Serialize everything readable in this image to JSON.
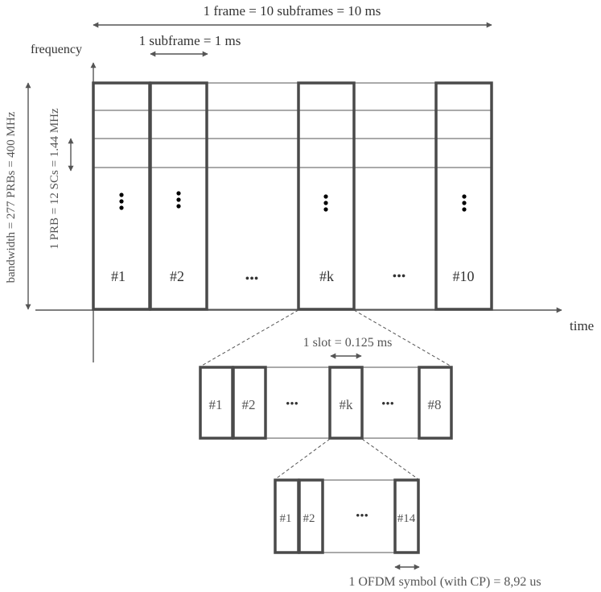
{
  "labels": {
    "frame": "1 frame = 10 subframes = 10 ms",
    "subframe": "1 subframe = 1 ms",
    "frequency": "frequency",
    "time": "time",
    "bandwidth": "bandwidth = 277 PRBs = 400 MHz",
    "prb": "1 PRB = 12 SCs = 1.44 MHz",
    "slot": "1 slot = 0.125 ms",
    "ofdm": "1 OFDM symbol (with CP) = 8,92 us"
  },
  "subframes": {
    "sf1": "#1",
    "sf2": "#2",
    "sfk": "#k",
    "sf10": "#10",
    "ellipsis": "•••"
  },
  "slots": {
    "s1": "#1",
    "s2": "#2",
    "sk": "#k",
    "s8": "#8",
    "ellipsis": "•••"
  },
  "symbols": {
    "y1": "#1",
    "y2": "#2",
    "y14": "#14",
    "ellipsis": "•••"
  }
}
